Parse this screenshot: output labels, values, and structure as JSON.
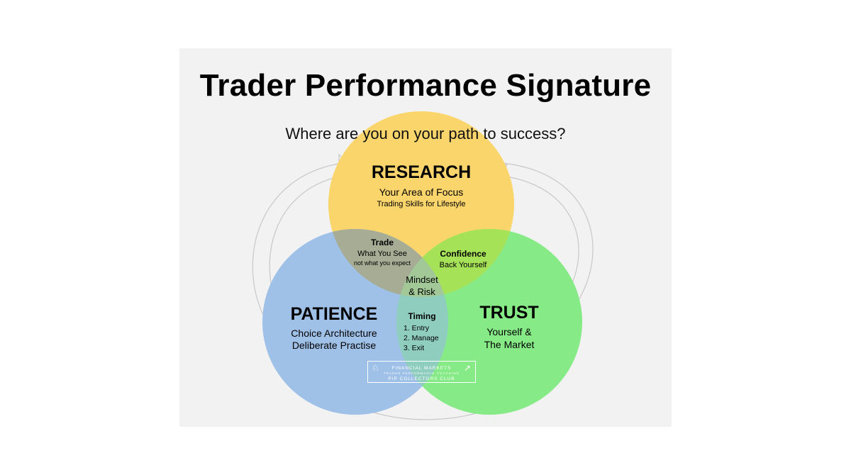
{
  "title": "Trader Performance Signature",
  "subtitle": "Where are you on your path to success?",
  "colors": {
    "background": "#f2f2f2",
    "research": "#fad56b",
    "patience": "#9fc1e8",
    "trust": "#86eb86",
    "overlap_trade": "#a6ad94",
    "overlap_confidence": "#a6e257",
    "overlap_timing": "#8fcdbe",
    "center": "#a2c898"
  },
  "circles": {
    "research": {
      "heading": "RESEARCH",
      "line1": "Your Area of Focus",
      "line2": "Trading Skills for Lifestyle"
    },
    "patience": {
      "heading": "PATIENCE",
      "line1": "Choice Architecture",
      "line2": "Deliberate Practise"
    },
    "trust": {
      "heading": "TRUST",
      "line1": "Yourself &",
      "line2": "The Market"
    }
  },
  "overlaps": {
    "trade": {
      "heading": "Trade",
      "line1": "What You See",
      "line2": "not what you expect"
    },
    "confidence": {
      "heading": "Confidence",
      "line1": "Back Yourself"
    },
    "timing": {
      "heading": "Timing",
      "items": [
        "1. Entry",
        "2. Manage",
        "3. Exit"
      ]
    },
    "center": {
      "line1": "Mindset",
      "line2": "& Risk"
    }
  },
  "logo": {
    "line1": "FINANCIAL MARKETS",
    "line2": "TRADER PERFORMANCE COACHING",
    "line3": "PIP COLLECTORS CLUB",
    "left_icon": "trophy-icon",
    "right_icon": "chart-icon"
  }
}
